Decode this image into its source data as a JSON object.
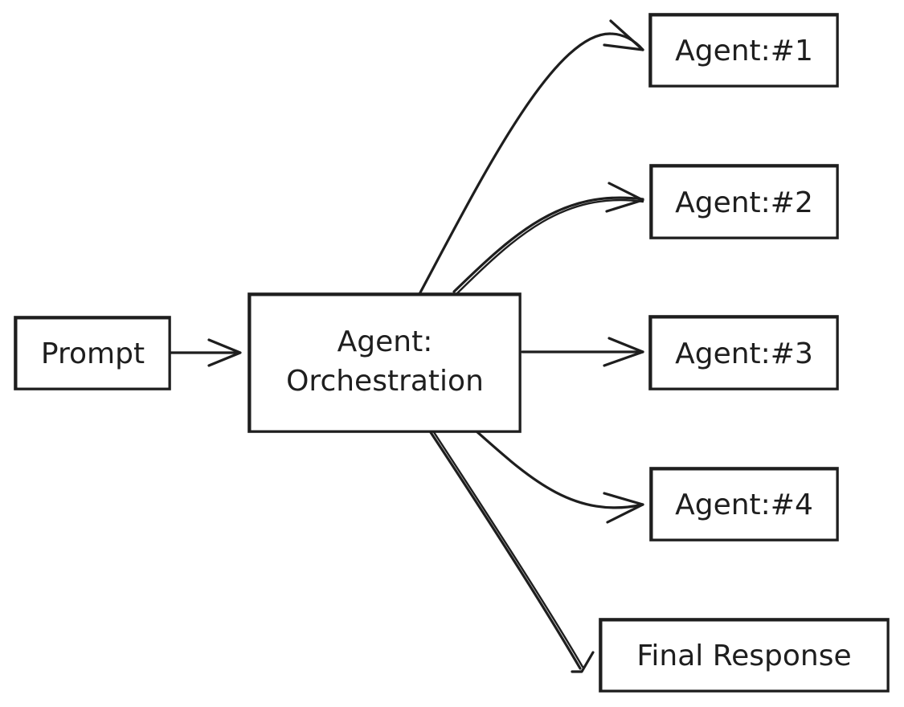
{
  "diagram": {
    "nodes": {
      "prompt": "Prompt",
      "orchestrator_line1": "Agent:",
      "orchestrator_line2": "Orchestration",
      "agent1": "Agent:#1",
      "agent2": "Agent:#2",
      "agent3": "Agent:#3",
      "agent4": "Agent:#4",
      "final": "Final Response"
    },
    "colors": {
      "stroke": "#1e1e1e",
      "background": "#ffffff"
    }
  }
}
